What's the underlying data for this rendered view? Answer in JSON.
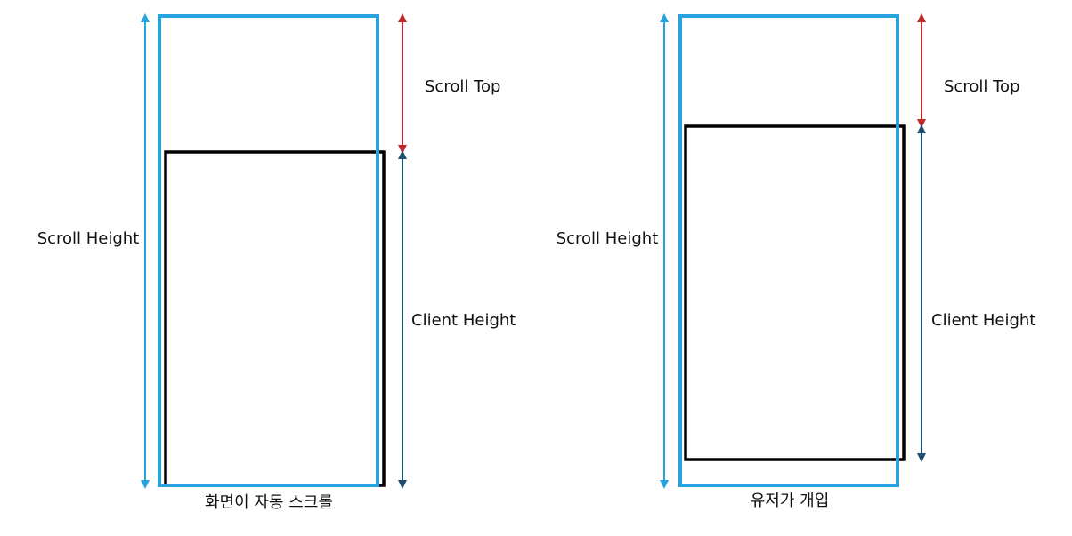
{
  "colors": {
    "scroll_height": "#29a3e0",
    "scroll_top": "#c0282d",
    "client_height": "#1f4e6e",
    "viewport": "#000000"
  },
  "left": {
    "scroll_height_label": "Scroll Height",
    "scroll_top_label": "Scroll Top",
    "client_height_label": "Client Height",
    "caption": "화면이 자동 스크롤"
  },
  "right": {
    "scroll_height_label": "Scroll Height",
    "scroll_top_label": "Scroll Top",
    "client_height_label": "Client Height",
    "caption": "유저가 개입"
  }
}
